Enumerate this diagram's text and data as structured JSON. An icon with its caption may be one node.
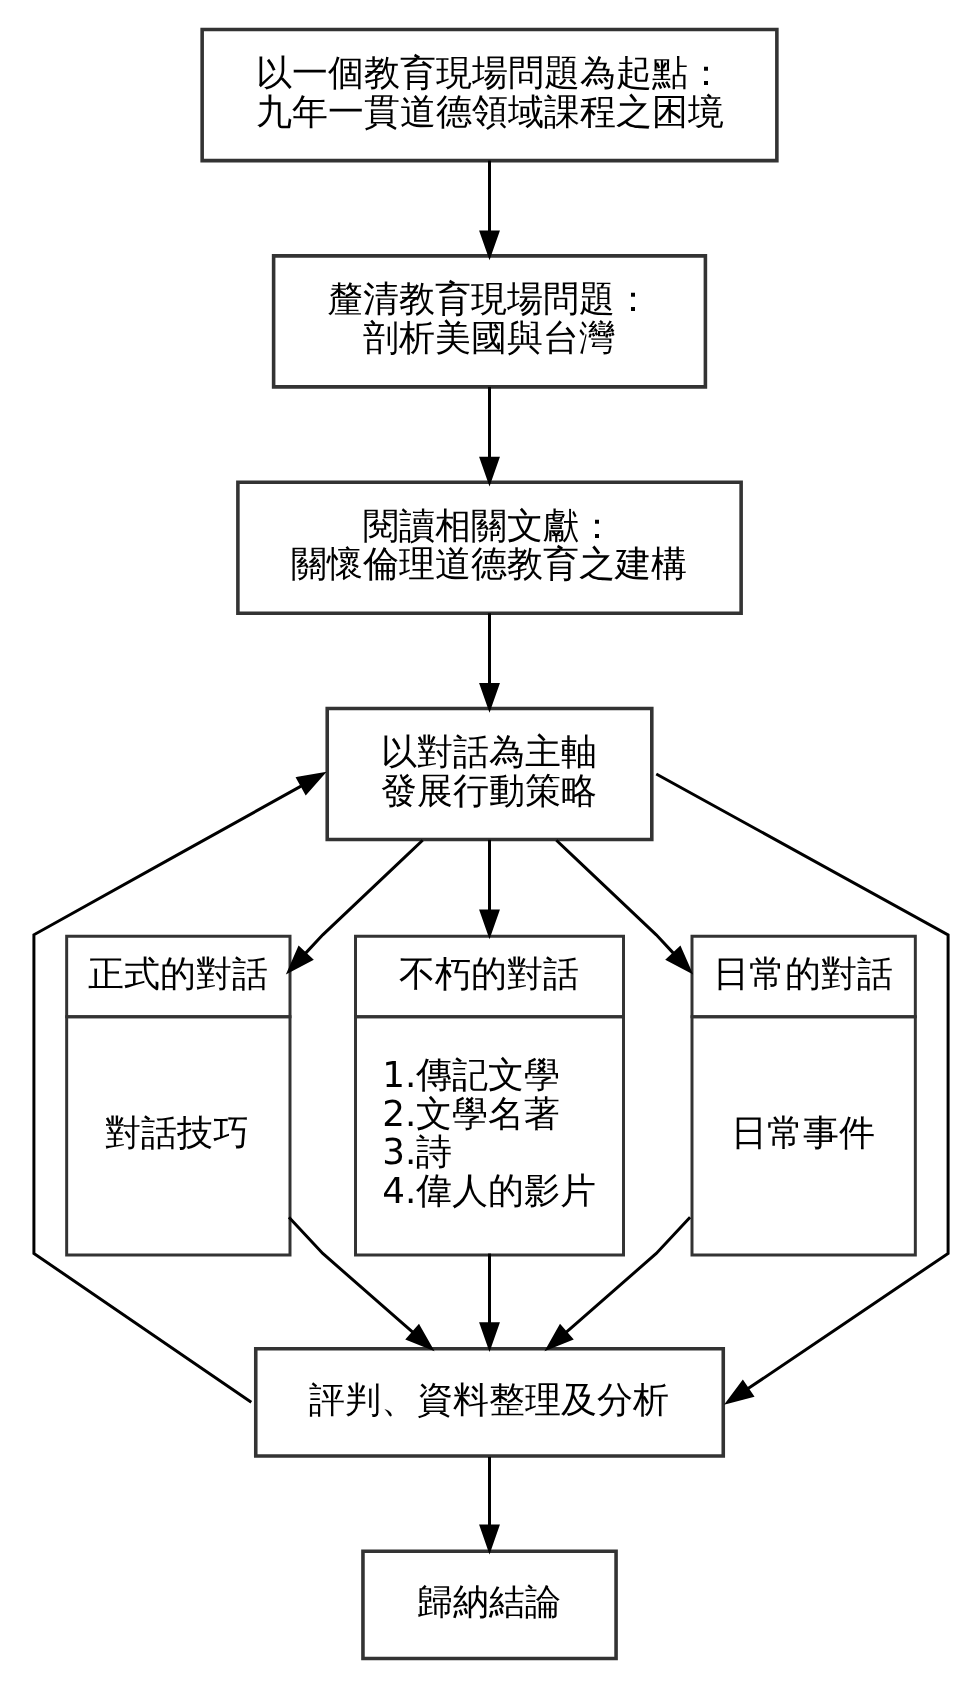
{
  "diagram": {
    "nodes": [
      {
        "text": [
          "以一個教育現場問題為起點：",
          "九年一貫道德領域課程之困境"
        ]
      },
      {
        "text": [
          "釐清教育現場問題：",
          "剖析美國與台灣"
        ]
      },
      {
        "text": [
          "閱讀相關文獻：",
          "關懷倫理道德教育之建構"
        ]
      },
      {
        "text": [
          "以對話為主軸",
          "發展行動策略"
        ]
      },
      {
        "text": [
          "正式的對話",
          "對話技巧"
        ]
      },
      {
        "text": [
          "不朽的對話",
          "1.傳記文學 2.文學名著 3.詩 4.偉人的影片"
        ]
      },
      {
        "text": [
          "日常的對話",
          "日常事件"
        ]
      },
      {
        "text": [
          "評判、資料整理及分析"
        ]
      },
      {
        "text": [
          "歸納結論"
        ]
      }
    ],
    "edges": [
      {
        "from": 0,
        "to": 1,
        "arrow": "to"
      },
      {
        "from": 1,
        "to": 2,
        "arrow": "to"
      },
      {
        "from": 2,
        "to": 3,
        "arrow": "to"
      },
      {
        "from": 3,
        "to": 4,
        "arrow": "to"
      },
      {
        "from": 3,
        "to": 5,
        "arrow": "to"
      },
      {
        "from": 3,
        "to": 6,
        "arrow": "to"
      },
      {
        "from": 4,
        "to": 7,
        "arrow": "to"
      },
      {
        "from": 5,
        "to": 7,
        "arrow": "to"
      },
      {
        "from": 6,
        "to": 7,
        "arrow": "to"
      },
      {
        "from": 7,
        "to": 3,
        "arrow": "to"
      },
      {
        "from": 3,
        "to": 7,
        "arrow": "to"
      },
      {
        "from": 7,
        "to": 8,
        "arrow": "to"
      }
    ]
  }
}
